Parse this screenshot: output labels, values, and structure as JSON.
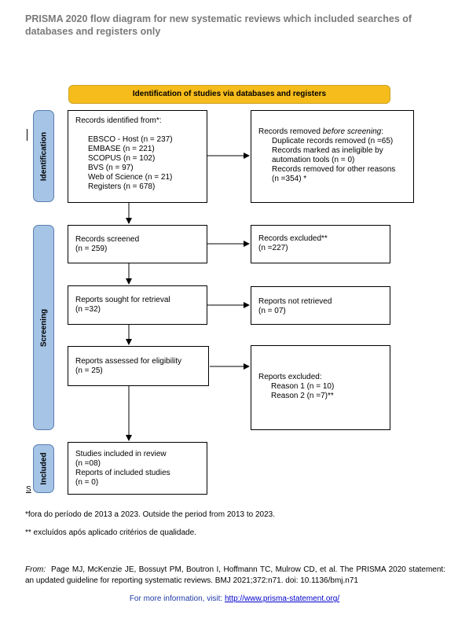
{
  "title": "PRISMA 2020 flow diagram for new systematic reviews which included searches of databases and registers only",
  "banner": "Identification of studies via databases and registers",
  "stages": {
    "identification": "Identification",
    "screening": "Screening",
    "included": "Included"
  },
  "identified": {
    "heading": "Records identified from*:",
    "sources": [
      "EBSCO - Host (n = 237)",
      "EMBASE (n = 221)",
      "SCOPUS (n = 102)",
      "BVS (n = 97)",
      "Web of Science (n = 21)",
      "Registers (n = 678)"
    ]
  },
  "removed": {
    "heading_prefix": "Records removed ",
    "heading_italic": "before screening",
    "heading_suffix": ":",
    "items": [
      "Duplicate records removed (n =65)",
      "Records marked as ineligible by",
      "automation tools (n = 0)",
      "Records removed for other reasons",
      "(n =354) *"
    ]
  },
  "screened": {
    "label": "Records screened",
    "count": "(n = 259)"
  },
  "excluded": {
    "label": "Records excluded**",
    "count": "(n =227)"
  },
  "sought": {
    "label": "Reports sought for retrieval",
    "count": "(n =32)"
  },
  "not_retrieved": {
    "label": "Reports not retrieved",
    "count": "(n = 07)"
  },
  "assessed": {
    "label": "Reports assessed for eligibility",
    "count": "(n = 25)"
  },
  "reports_excluded": {
    "heading": "Reports excluded:",
    "reasons": [
      "Reason 1 (n = 10)",
      "Reason 2 (n =7)**"
    ]
  },
  "included": {
    "studies_label": "Studies included in review",
    "studies_count": "(n =08)",
    "reports_label": "Reports of included studies",
    "reports_count": "(n = 0)"
  },
  "marker_s": "S",
  "footnotes": [
    "*fora do período de 2013 a 2023. Outside the period from 2013 to 2023.",
    "** excluídos após aplicado critérios de qualidade."
  ],
  "citation": {
    "from": "From:",
    "text": "Page MJ, McKenzie JE, Bossuyt PM, Boutron I, Hoffmann TC, Mulrow CD, et al. The PRISMA 2020 statement: an updated guideline for reporting systematic reviews. BMJ 2021;372:n71. doi: 10.1136/bmj.n71"
  },
  "more_info": {
    "prefix": "For more information, visit: ",
    "link": "http://www.prisma-statement.org/"
  }
}
